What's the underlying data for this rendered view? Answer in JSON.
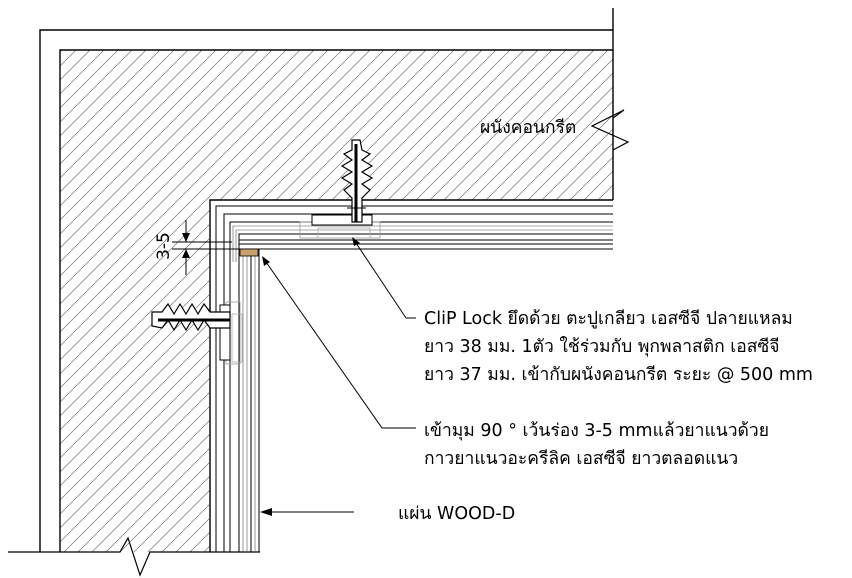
{
  "labels": {
    "wall": "ผนังคอนกรีต",
    "dimension": "3-5",
    "clip_note": [
      "CliP Lock ยึดด้วย ตะปูเกลียว เอสซีจี ปลายแหลม",
      "ยาว 38 มม. 1ตัว ใช้ร่วมกับ พุกพลาสติก เอสซีจี",
      "ยาว 37 มม. เข้ากับผนังคอนกรีต ระยะ @ 500 mm"
    ],
    "corner_note": [
      "เข้ามุม 90 ° เว้นร่อง 3-5 mmแล้วยาแนวด้วย",
      "กาวยาแนวอะครีลิค เอสซีจี ยาวตลอดแนว"
    ],
    "panel": "แผ่น WOOD-D"
  },
  "colors": {
    "line": "#000000",
    "hatch": "#777777",
    "sealant": "#c8a070",
    "background": "#ffffff"
  }
}
